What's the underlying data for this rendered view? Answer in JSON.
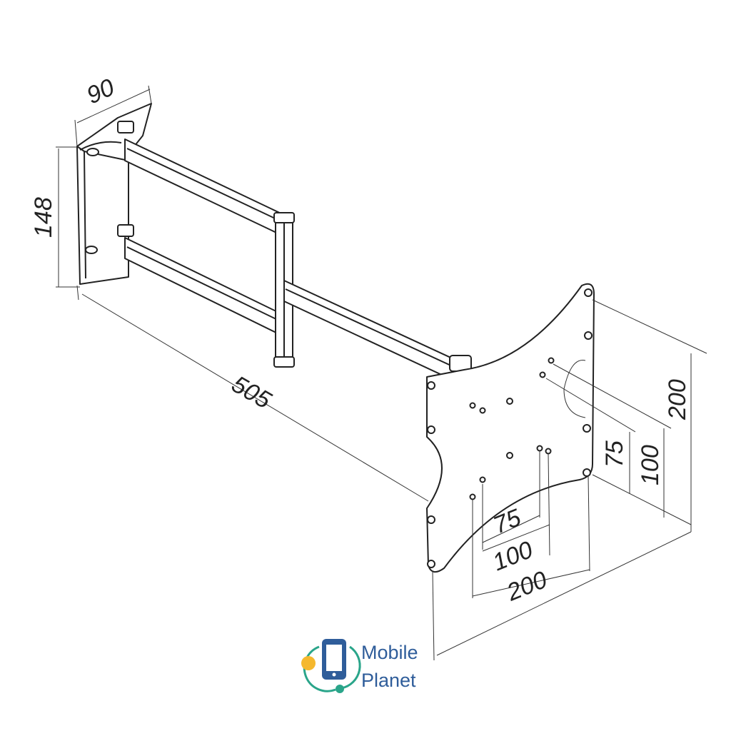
{
  "dimensions": {
    "mount_depth": "90",
    "wall_plate_height": "148",
    "arm_extension": "505",
    "vesa_vertical_max": "200",
    "vesa_vertical_mid": "100",
    "vesa_vertical_min": "75",
    "vesa_horizontal_min": "75",
    "vesa_horizontal_mid": "100",
    "vesa_horizontal_max": "200"
  },
  "logo": {
    "line1": "Mobile",
    "line2": "Planet",
    "colors": {
      "blue": "#2f5d9a",
      "teal": "#2aa58a",
      "yellow": "#f5b82e"
    }
  }
}
